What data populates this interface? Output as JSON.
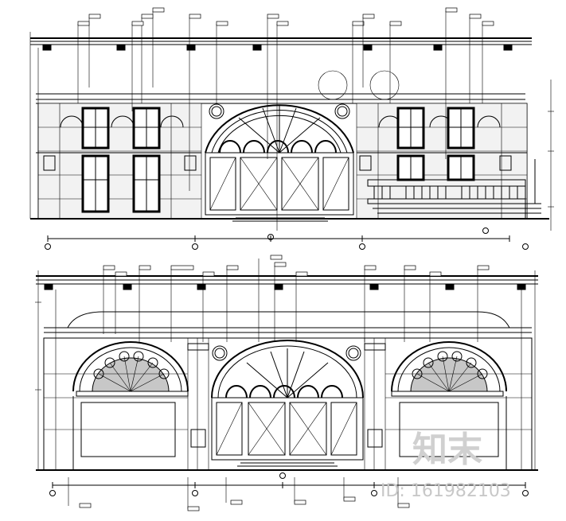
{
  "watermark": {
    "logo_text": "知末",
    "id_text": "ID: 161982103"
  },
  "colors": {
    "line": "#000000",
    "background": "#ffffff",
    "watermark": "#c8c8c8"
  },
  "drawings": [
    {
      "name": "upper-elevation",
      "kind": "building elevation with central arched entrance and balustrade"
    },
    {
      "name": "lower-elevation",
      "kind": "building elevation with central arched entrance and two fan-light arches"
    }
  ]
}
